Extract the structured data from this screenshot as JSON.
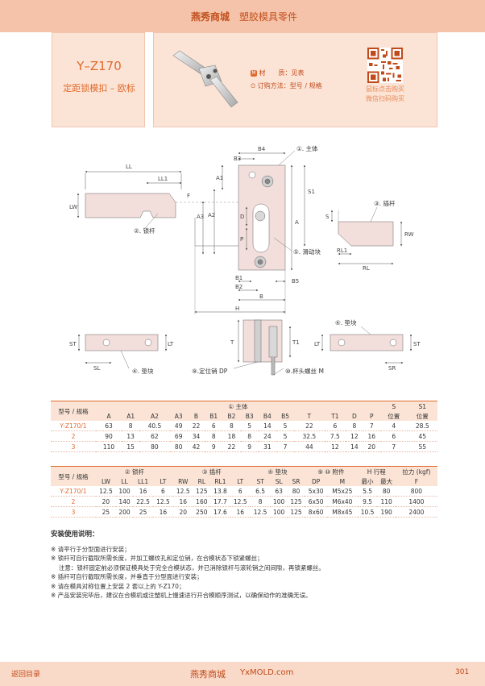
{
  "header": {
    "brand": "燕秀商城",
    "category": "塑胶模具零件"
  },
  "product": {
    "model": "Y–Z170",
    "subtitle": "定距锁模扣 – 欧标",
    "material_label": "材　　质：",
    "material_value": "见表",
    "order_label": "订购方法：",
    "order_value": "型号 / 规格",
    "qr_caption1": "鼠标点击购买",
    "qr_caption2": "微信扫码购买"
  },
  "drawing": {
    "callout_main": "①. 主体",
    "callout_lock": "②. 锁杆",
    "callout_bar": "③. 插杆",
    "callout_pad_top": "④. 垫块",
    "callout_pad_bottom": "④. 垫块",
    "callout_slider": "⑤. 滑动块",
    "callout_pin": "⑨.定位销 DP",
    "callout_screw": "⑩.杯头螺丝 M",
    "dims": {
      "LL": "LL",
      "LL1": "LL1",
      "LW": "LW",
      "F": "F",
      "B4": "B4",
      "B3": "B3",
      "A1": "A1",
      "S1": "S1",
      "A3": "A3",
      "A2": "A2",
      "D": "D",
      "A": "A",
      "P": "P",
      "S": "S",
      "RW": "RW",
      "RL1": "RL1",
      "RL": "RL",
      "B1": "B1",
      "B2": "B2",
      "B5": "B5",
      "B": "B",
      "H": "H",
      "ST": "ST",
      "SL": "SL",
      "T": "T",
      "T1": "T1",
      "LT": "LT",
      "SR": "SR",
      "ST2": "ST"
    }
  },
  "table1": {
    "group_label": "型号 / 规格",
    "main_group": "① 主体",
    "cols": [
      "A",
      "A1",
      "A2",
      "A3",
      "B",
      "B1",
      "B2",
      "B3",
      "B4",
      "B5",
      "T",
      "T1",
      "D",
      "P"
    ],
    "s_header": "S",
    "s_sub": "位置",
    "s1_header": "S1",
    "s1_sub": "位置",
    "rows": [
      {
        "model": "Y-Z170/1",
        "vals": [
          "63",
          "8",
          "40.5",
          "49",
          "22",
          "6",
          "8",
          "5",
          "14",
          "5",
          "22",
          "6",
          "8",
          "7",
          "4",
          "28.5"
        ]
      },
      {
        "model": "2",
        "vals": [
          "90",
          "13",
          "62",
          "69",
          "34",
          "8",
          "18",
          "8",
          "24",
          "5",
          "32.5",
          "7.5",
          "12",
          "16",
          "6",
          "45"
        ]
      },
      {
        "model": "3",
        "vals": [
          "110",
          "15",
          "80",
          "80",
          "42",
          "9",
          "22",
          "9",
          "31",
          "7",
          "44",
          "12",
          "14",
          "20",
          "7",
          "55"
        ]
      }
    ]
  },
  "table2": {
    "group_label": "型号 / 规格",
    "lock_group": "② 锁杆",
    "bar_group": "③ 插杆",
    "pad_group": "④ 垫块",
    "acc_group": "⑨ ⑩ 附件",
    "h_group": "H 行程",
    "force_group": "拉力 (kgf)",
    "cols": [
      "LW",
      "LL",
      "LL1",
      "LT",
      "RW",
      "RL",
      "RL1",
      "LT",
      "ST",
      "SL",
      "SR",
      "DP",
      "M",
      "最小",
      "最大",
      "F"
    ],
    "rows": [
      {
        "model": "Y-Z170/1",
        "vals": [
          "12.5",
          "100",
          "16",
          "6",
          "12.5",
          "125",
          "13.8",
          "6",
          "6.5",
          "63",
          "80",
          "5x30",
          "M5x25",
          "5.5",
          "80",
          "800"
        ]
      },
      {
        "model": "2",
        "vals": [
          "20",
          "140",
          "22.5",
          "12.5",
          "16",
          "160",
          "17.7",
          "12.5",
          "8",
          "100",
          "125",
          "6x50",
          "M6x40",
          "9.5",
          "110",
          "1400"
        ]
      },
      {
        "model": "3",
        "vals": [
          "25",
          "200",
          "25",
          "16",
          "20",
          "250",
          "17.6",
          "16",
          "12.5",
          "100",
          "125",
          "8x60",
          "M8x45",
          "10.5",
          "190",
          "2400"
        ]
      }
    ]
  },
  "notes": {
    "title": "安装使用说明：",
    "items": [
      "※ 请平行于分型面进行安装；",
      "※ 锁杆可自行截取所需长度，并加工螺纹孔和定位销，在合模状态下锁紧螺丝；",
      "　 注意：锁杆固定前必须保证模具处于完全合模状态，并已消除锁杆与滚轮销之间间隙，再锁紧螺丝。",
      "※ 插杆可自行截取所需长度，并垂直于分型面进行安装；",
      "※ 请在模具对称位置上安装 2 套以上的 Y-Z170；",
      "※ 产品安装完毕后，建议在合模机或注塑机上慢速进行开合模顺序测试，以确保动作的准确无误。"
    ]
  },
  "footer": {
    "back": "返回目录",
    "brand": "燕秀商城",
    "url": "YxMOLD.com",
    "page": "301"
  }
}
